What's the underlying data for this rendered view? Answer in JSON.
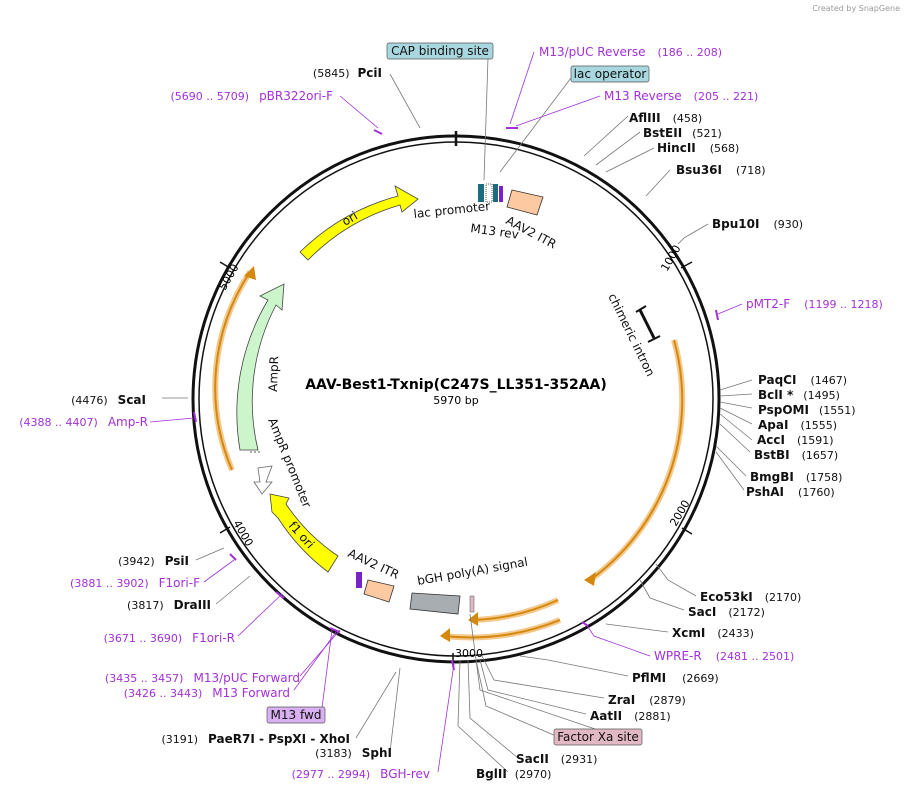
{
  "watermark": "Created by SnapGene",
  "plasmid": {
    "name": "AAV-Best1-Txnip(C247S_LL351-352AA)",
    "length": "5970 bp"
  },
  "ticks": [
    "1000",
    "2000",
    "3000",
    "4000",
    "5000"
  ],
  "enzymes": [
    {
      "name": "PciI",
      "pos": "(5845)"
    },
    {
      "name": "AflIII",
      "pos": "(458)"
    },
    {
      "name": "BstEII",
      "pos": "(521)"
    },
    {
      "name": "HincII",
      "pos": "(568)"
    },
    {
      "name": "Bsu36I",
      "pos": "(718)"
    },
    {
      "name": "Bpu10I",
      "pos": "(930)"
    },
    {
      "name": "PaqCI",
      "pos": "(1467)"
    },
    {
      "name": "BclI *",
      "pos": "(1495)"
    },
    {
      "name": "PspOMI",
      "pos": "(1551)"
    },
    {
      "name": "ApaI",
      "pos": "(1555)"
    },
    {
      "name": "AccI",
      "pos": "(1591)"
    },
    {
      "name": "BstBI",
      "pos": "(1657)"
    },
    {
      "name": "BmgBI",
      "pos": "(1758)"
    },
    {
      "name": "PshAI",
      "pos": "(1760)"
    },
    {
      "name": "Eco53kI",
      "pos": "(2170)"
    },
    {
      "name": "SacI",
      "pos": "(2172)"
    },
    {
      "name": "XcmI",
      "pos": "(2433)"
    },
    {
      "name": "PflMI",
      "pos": "(2669)"
    },
    {
      "name": "ZraI",
      "pos": "(2879)"
    },
    {
      "name": "AatII",
      "pos": "(2881)"
    },
    {
      "name": "SacII",
      "pos": "(2931)"
    },
    {
      "name": "BglII",
      "pos": "(2970)"
    },
    {
      "name": "SphI",
      "pos": "(3183)"
    },
    {
      "name": "PaeR7I - PspXI - XhoI",
      "pos": "(3191)"
    },
    {
      "name": "DraIII",
      "pos": "(3817)"
    },
    {
      "name": "PsiI",
      "pos": "(3942)"
    },
    {
      "name": "ScaI",
      "pos": "(4476)"
    }
  ],
  "primers": [
    {
      "name": "pBR322ori-F",
      "range": "(5690 .. 5709)"
    },
    {
      "name": "M13/pUC Reverse",
      "range": "(186 .. 208)"
    },
    {
      "name": "M13 Reverse",
      "range": "(205 .. 221)"
    },
    {
      "name": "pMT2-F",
      "range": "(1199 .. 1218)"
    },
    {
      "name": "WPRE-R",
      "range": "(2481 .. 2501)"
    },
    {
      "name": "BGH-rev",
      "range": "(2977 .. 2994)"
    },
    {
      "name": "M13/pUC Forward",
      "range": "(3435 .. 3457)"
    },
    {
      "name": "M13 Forward",
      "range": "(3426 .. 3443)"
    },
    {
      "name": "F1ori-R",
      "range": "(3671 .. 3690)"
    },
    {
      "name": "F1ori-F",
      "range": "(3881 .. 3902)"
    },
    {
      "name": "Amp-R",
      "range": "(4388 .. 4407)"
    }
  ],
  "badges": {
    "cap": "CAP binding site",
    "lacop": "lac operator",
    "factorxa": "Factor Xa site",
    "m13fwd": "M13 fwd"
  },
  "features": {
    "ori": "ori",
    "ampr": "AmpR",
    "ampr_promoter": "AmpR promoter",
    "f1ori": "f1 ori",
    "lac_promoter": "lac promoter",
    "m13rev": "M13 rev",
    "itr_top": "AAV2 ITR",
    "itr_bottom": "AAV2 ITR",
    "chimeric_intron": "chimeric intron",
    "bgh": "bGH poly(A) signal"
  },
  "colors": {
    "primer": "#a330d8",
    "ori": "#ffff00",
    "ampr": "#ccf5cc",
    "itr": "#fcc9a0",
    "bgh": "#a8adb2",
    "orf_outline": "#f4c98e",
    "orf_arrow": "#d4880e",
    "badge_blue": "#a8d7e0",
    "badge_pink": "#e2b8c4",
    "badge_purple": "#d9b0f2"
  }
}
